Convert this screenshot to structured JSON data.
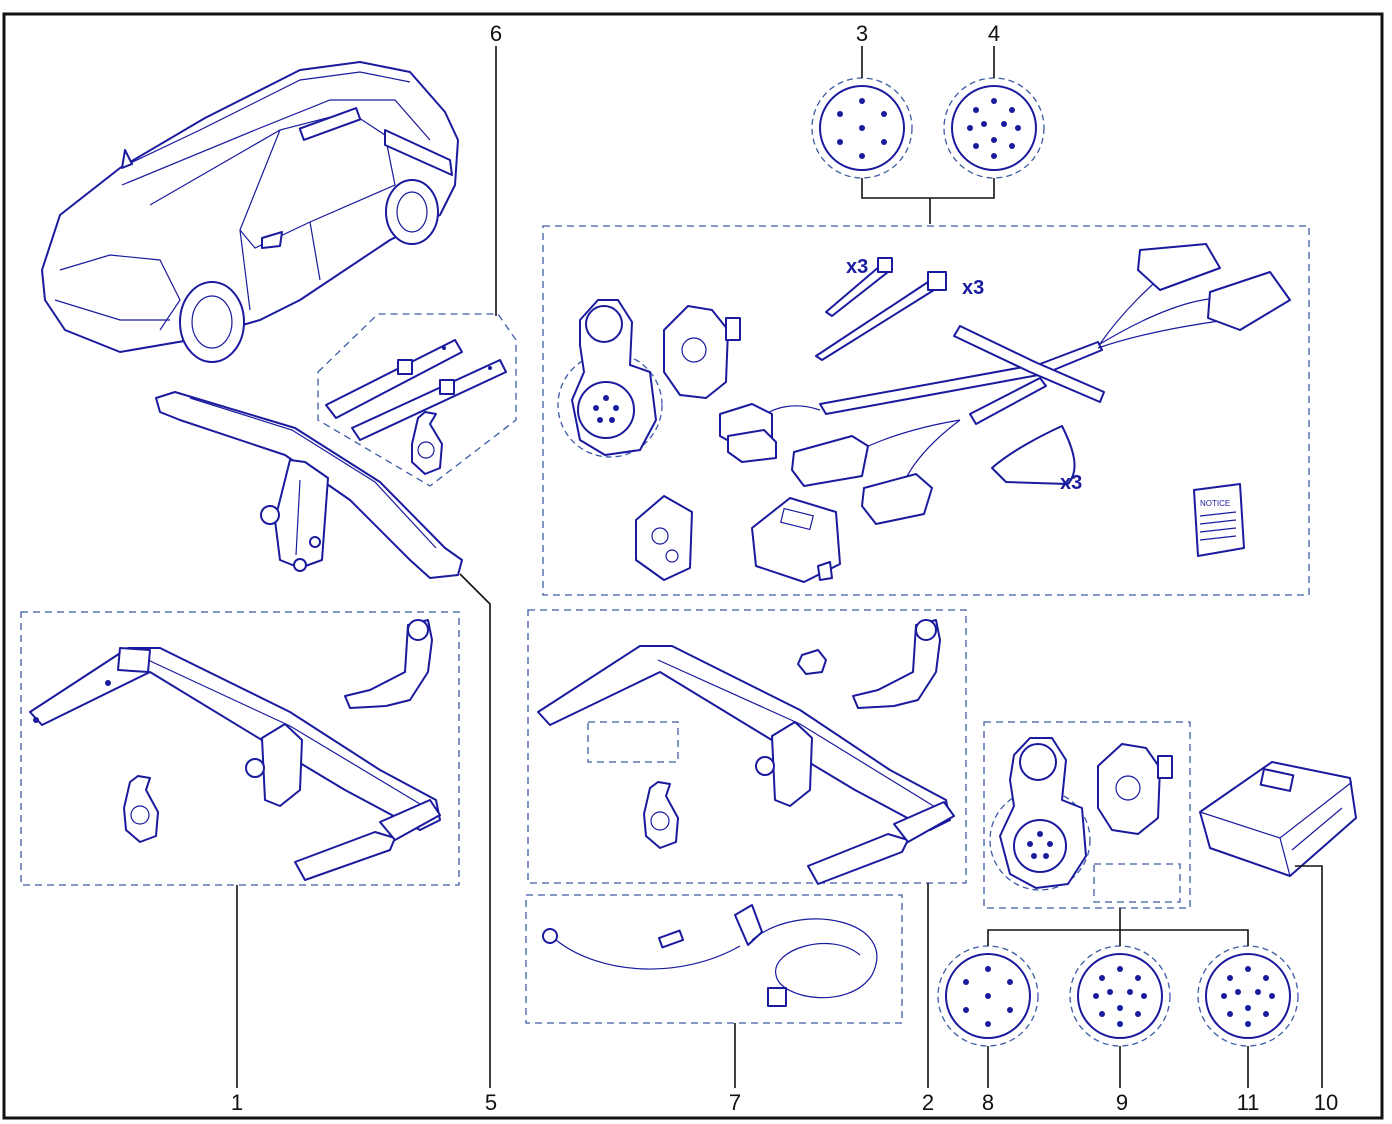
{
  "callouts": {
    "n1": "1",
    "n2": "2",
    "n3": "3",
    "n4": "4",
    "n5": "5",
    "n6": "6",
    "n7": "7",
    "n8": "8",
    "n9": "9",
    "n10": "10",
    "n11": "11"
  },
  "quantities": {
    "tie_short": "x3",
    "tie_long": "x3",
    "pad": "x3"
  },
  "notice_label": "NOTICE",
  "colors": {
    "line": "#1a1a9e",
    "dash": "#3c5aa6",
    "leader": "#111111"
  }
}
